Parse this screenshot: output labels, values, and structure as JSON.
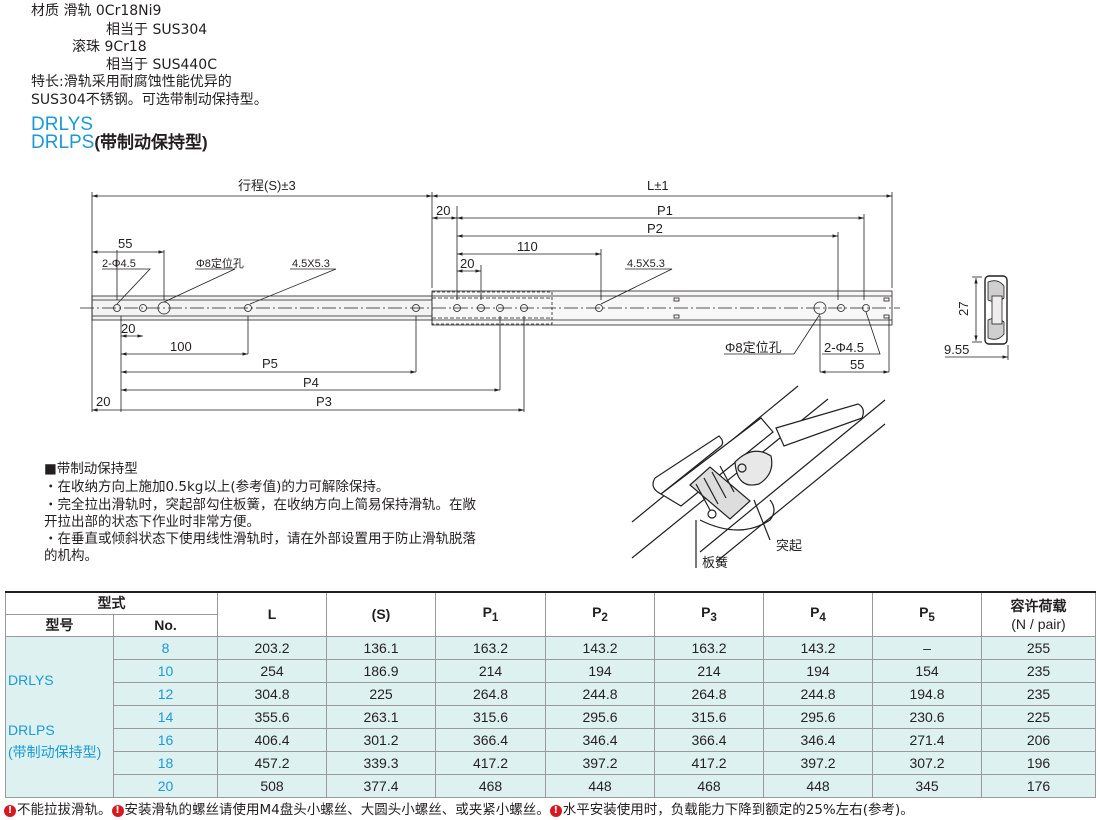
{
  "material": {
    "line1": "材质 滑轨 0Cr18Ni9",
    "line2": "相当于 SUS304",
    "line3": "滚珠 9Cr18",
    "line4": "相当于 SUS440C",
    "line5": "特长:滑轨采用耐腐蚀性能优异的",
    "line6": "SUS304不锈钢。可选带制动保持型。"
  },
  "models": {
    "m1": "DRLYS",
    "m2": "DRLPS",
    "m2_suffix": "(带制动保持型)"
  },
  "dims": {
    "stroke": "行程(S)±3",
    "L": "L±1",
    "d20a": "20",
    "P1": "P1",
    "P2": "P2",
    "d110": "110",
    "d55a": "55",
    "d20b": "20",
    "hole1": "2-Φ4.5",
    "pos1": "Φ8定位孔",
    "slot1": "4.5X5.3",
    "slot2": "4.5X5.3",
    "d20c": "20",
    "d100": "100",
    "P5": "P5",
    "P4": "P4",
    "P3": "P3",
    "d20d": "20",
    "pos2": "Φ8定位孔",
    "hole2": "2-Φ4.5",
    "d55b": "55",
    "h27": "27",
    "w955": "9.55"
  },
  "features": {
    "title": "■带制动保持型",
    "b1": "・在收纳方向上施加0.5kg以上(参考值)的力可解除保持。",
    "b2": "・完全拉出滑轨时，突起部勾住板簧，在收纳方向上简易保持滑轨。在敞",
    "b2b": "开拉出部的状态下作业时非常方便。",
    "b3": "・在垂直或倾斜状态下使用线性滑轨时，请在外部设置用于防止滑轨脱落",
    "b3b": "的机构。"
  },
  "detail_labels": {
    "protrusion": "突起",
    "spring": "板簧"
  },
  "table": {
    "h_type": "型式",
    "h_model": "型号",
    "h_no": "No.",
    "h_L": "L",
    "h_S": "(S)",
    "h_P": "P",
    "h_P1": "1",
    "h_P2": "2",
    "h_P3": "3",
    "h_P4": "4",
    "h_P5": "5",
    "h_load": "容许荷载",
    "h_load2": "(N / pair)",
    "type1": "DRLYS",
    "type2": "DRLPS",
    "type2b": "(带制动保持型)",
    "rows": [
      {
        "no": "8",
        "L": "203.2",
        "S": "136.1",
        "P1": "163.2",
        "P2": "143.2",
        "P3": "163.2",
        "P4": "143.2",
        "P5": "–",
        "load": "255"
      },
      {
        "no": "10",
        "L": "254",
        "S": "186.9",
        "P1": "214",
        "P2": "194",
        "P3": "214",
        "P4": "194",
        "P5": "154",
        "load": "235"
      },
      {
        "no": "12",
        "L": "304.8",
        "S": "225",
        "P1": "264.8",
        "P2": "244.8",
        "P3": "264.8",
        "P4": "244.8",
        "P5": "194.8",
        "load": "235"
      },
      {
        "no": "14",
        "L": "355.6",
        "S": "263.1",
        "P1": "315.6",
        "P2": "295.6",
        "P3": "315.6",
        "P4": "295.6",
        "P5": "230.6",
        "load": "225"
      },
      {
        "no": "16",
        "L": "406.4",
        "S": "301.2",
        "P1": "366.4",
        "P2": "346.4",
        "P3": "366.4",
        "P4": "346.4",
        "P5": "271.4",
        "load": "206"
      },
      {
        "no": "18",
        "L": "457.2",
        "S": "339.3",
        "P1": "417.2",
        "P2": "397.2",
        "P3": "417.2",
        "P4": "397.2",
        "P5": "307.2",
        "load": "196"
      },
      {
        "no": "20",
        "L": "508",
        "S": "377.4",
        "P1": "468",
        "P2": "448",
        "P3": "468",
        "P4": "448",
        "P5": "345",
        "load": "176"
      }
    ]
  },
  "notes": {
    "n1": "不能拉拔滑轨。",
    "n2": "安装滑轨的螺丝请使用M4盘头小螺丝、大圆头小螺丝、或夹紧小螺丝。",
    "n3": "水平安装使用时，负载能力下降到额定的25%左右(参考)。",
    "icon": "!"
  },
  "colors": {
    "accent": "#1a9ad6",
    "table_fill": "#ddf1f1",
    "warning": "#d7191f"
  }
}
